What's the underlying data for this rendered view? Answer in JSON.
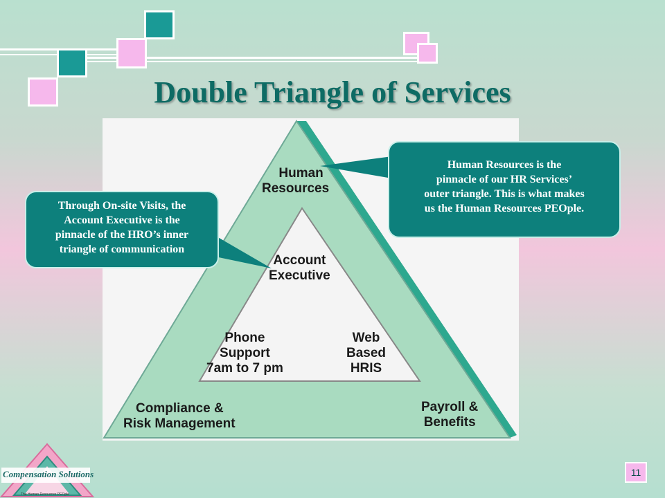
{
  "slide": {
    "title": "Double Triangle of Services",
    "page_number": "11"
  },
  "diagram": {
    "outer_labels": {
      "top": [
        "Human",
        "Resources"
      ],
      "bottom_left": [
        "Compliance &",
        "Risk Management"
      ],
      "bottom_right": [
        "Payroll &",
        "Benefits"
      ]
    },
    "inner_labels": {
      "top": [
        "Account",
        "Executive"
      ],
      "bottom_left": [
        "Phone",
        "Support",
        "7am to 7 pm"
      ],
      "bottom_right": [
        "Web",
        "Based",
        "HRIS"
      ]
    }
  },
  "callouts": {
    "right": [
      "Human Resources is the",
      "pinnacle of our HR Services’",
      "outer triangle. This is what makes",
      "us the Human Resources PEOple."
    ],
    "left": [
      "Through On-site Visits, the",
      "Account Executive is the",
      "pinnacle of the HRO’s inner",
      "triangle of communication"
    ]
  },
  "logo": {
    "name": "Compensation Solutions",
    "tagline": "The Human Resources PEOple"
  },
  "colors": {
    "outer_fill": "#a9dbc0",
    "outer_edge": "#2ea88f",
    "callout_fill": "#0d807c",
    "title": "#0e6b64"
  }
}
